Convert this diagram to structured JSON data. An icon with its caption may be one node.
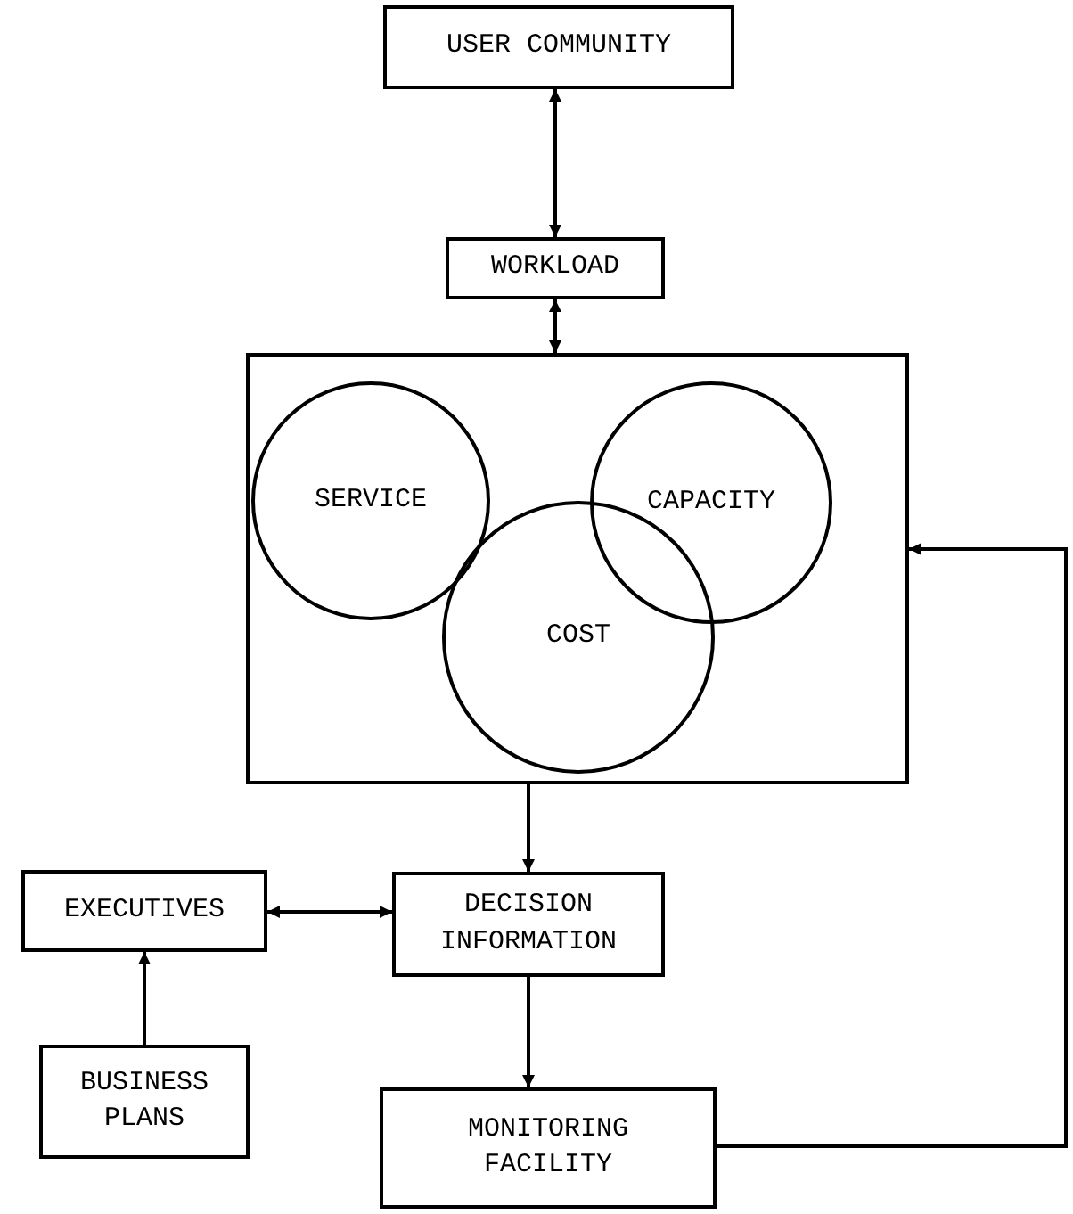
{
  "diagram": {
    "nodes": [
      {
        "text": [
          "USER COMMUNITY"
        ]
      },
      {
        "text": [
          "WORKLOAD"
        ]
      },
      {
        "text": [],
        "shape": "box"
      },
      {
        "text": [
          "SERVICE"
        ],
        "in": 2
      },
      {
        "text": [
          "CAPACITY"
        ],
        "in": 2
      },
      {
        "text": [
          "COST"
        ],
        "in": 2
      },
      {
        "text": [
          "EXECUTIVES"
        ]
      },
      {
        "text": [
          "DECISION INFORMATION"
        ]
      },
      {
        "text": [
          "BUSINESS PLANS"
        ]
      },
      {
        "text": [
          "MONITORING FACILITY"
        ]
      }
    ],
    "edges": [
      {
        "from": 0,
        "to": 1,
        "arrow": "both"
      },
      {
        "from": 1,
        "to": 2,
        "arrow": "both"
      },
      {
        "from": 2,
        "to": 7,
        "arrow": "to"
      },
      {
        "from": 6,
        "to": 7,
        "arrow": "both"
      },
      {
        "from": 8,
        "to": 6,
        "arrow": "to"
      },
      {
        "from": 7,
        "to": 9,
        "arrow": "to"
      },
      {
        "from": 9,
        "to": 2,
        "arrow": "to"
      }
    ]
  }
}
